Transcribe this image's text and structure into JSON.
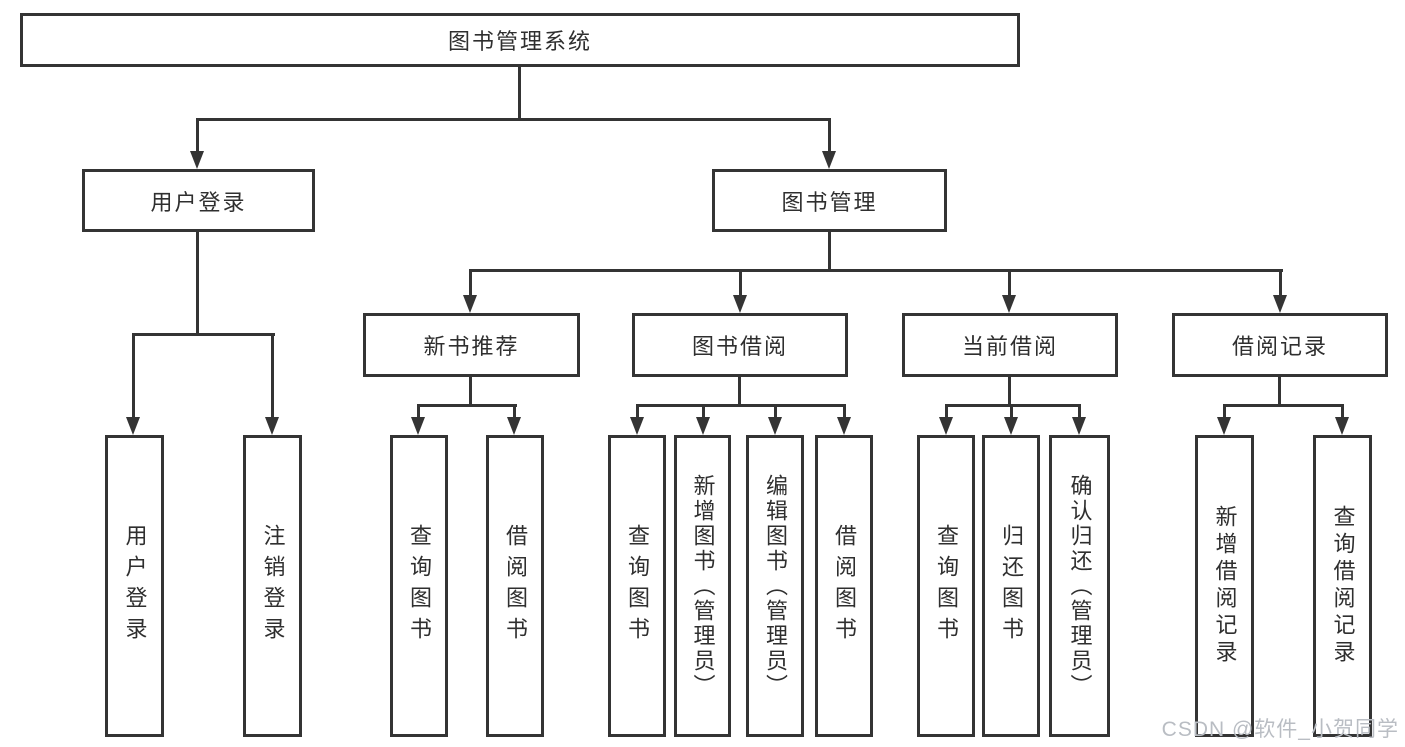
{
  "diagram": {
    "tree": {
      "root": {
        "label": "图书管理系统"
      },
      "children": [
        {
          "label": "用户登录",
          "children": [
            {
              "label": "用户登录"
            },
            {
              "label": "注销登录"
            }
          ]
        },
        {
          "label": "图书管理",
          "children": [
            {
              "label": "新书推荐",
              "children": [
                {
                  "label": "查询图书"
                },
                {
                  "label": "借阅图书"
                }
              ]
            },
            {
              "label": "图书借阅",
              "children": [
                {
                  "label": "查询图书"
                },
                {
                  "label": "新增图书（管理员）"
                },
                {
                  "label": "编辑图书（管理员）"
                },
                {
                  "label": "借阅图书"
                }
              ]
            },
            {
              "label": "当前借阅",
              "children": [
                {
                  "label": "查询图书"
                },
                {
                  "label": "归还图书"
                },
                {
                  "label": "确认归还（管理员）"
                }
              ]
            },
            {
              "label": "借阅记录",
              "children": [
                {
                  "label": "新增借阅记录"
                },
                {
                  "label": "查询借阅记录"
                }
              ]
            }
          ]
        }
      ]
    },
    "colors": {
      "line": "#343434",
      "text": "#2f2f2f",
      "box_background": "#ffffff",
      "watermark": "#b9bdc3"
    }
  },
  "watermark": {
    "text": "CSDN @软件_小贺同学"
  }
}
